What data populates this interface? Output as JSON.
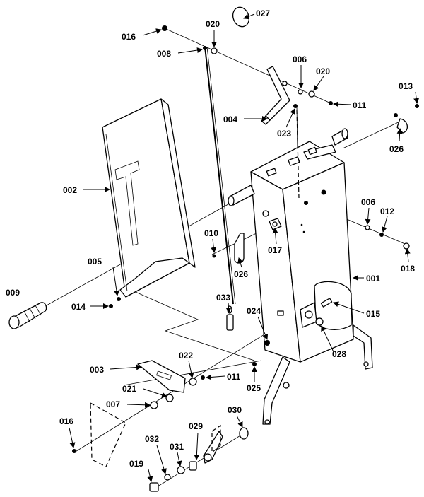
{
  "parts": {
    "p001": "001",
    "p002": "002",
    "p003": "003",
    "p004": "004",
    "p005": "005",
    "p006a": "006",
    "p006b": "006",
    "p007": "007",
    "p008": "008",
    "p009": "009",
    "p010": "010",
    "p011a": "011",
    "p011b": "011",
    "p012": "012",
    "p013": "013",
    "p014": "014",
    "p015": "015",
    "p016a": "016",
    "p016b": "016",
    "p017": "017",
    "p018": "018",
    "p019": "019",
    "p020a": "020",
    "p020b": "020",
    "p021": "021",
    "p022": "022",
    "p023": "023",
    "p024": "024",
    "p025": "025",
    "p026a": "026",
    "p026b": "026",
    "p027": "027",
    "p028": "028",
    "p029": "029",
    "p030": "030",
    "p031": "031",
    "p032": "032",
    "p033": "033"
  }
}
